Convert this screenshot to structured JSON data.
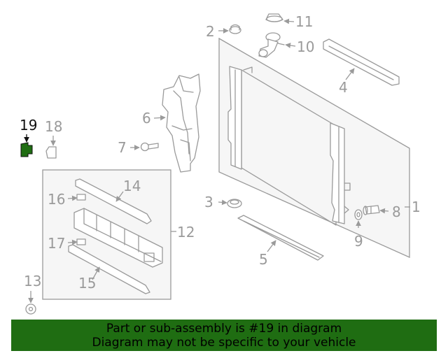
{
  "highlight_part": "19",
  "highlight_color": "#1f6d12",
  "banner": {
    "line1": "Part or sub-assembly is #19 in diagram",
    "line2": "Diagram may not be specific to your vehicle"
  },
  "callouts": {
    "c1": "1",
    "c2": "2",
    "c3": "3",
    "c4": "4",
    "c5": "5",
    "c6": "6",
    "c7": "7",
    "c8": "8",
    "c9": "9",
    "c10": "10",
    "c11": "11",
    "c12": "12",
    "c13": "13",
    "c14": "14",
    "c15": "15",
    "c16": "16",
    "c17": "17",
    "c18": "18",
    "c19": "19"
  }
}
